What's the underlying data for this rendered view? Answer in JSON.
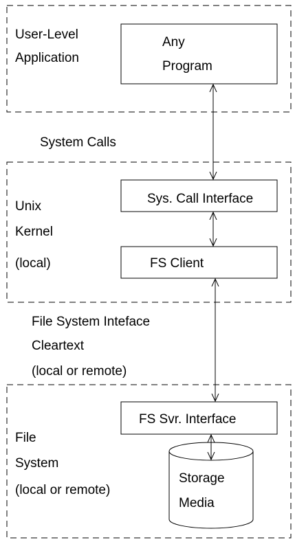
{
  "layers": {
    "user_level": {
      "title_line1": "User-Level",
      "title_line2": "Application"
    },
    "kernel": {
      "title_line1": "Unix",
      "title_line2": "Kernel",
      "title_line3": "(local)"
    },
    "file_system": {
      "title_line1": "File",
      "title_line2": "System",
      "title_line3": "(local or remote)"
    }
  },
  "boxes": {
    "any_program": {
      "line1": "Any",
      "line2": "Program"
    },
    "sys_call_interface": "Sys. Call Interface",
    "fs_client": "FS Client",
    "fs_svr_interface": "FS Svr. Interface",
    "storage_media": {
      "line1": "Storage",
      "line2": "Media"
    }
  },
  "connections": {
    "system_calls": "System Calls",
    "fs_interface_line1": "File System Inteface",
    "fs_interface_line2": "Cleartext",
    "fs_interface_line3": "(local or remote)"
  },
  "style": {
    "stroke": "#000000",
    "background": "#ffffff"
  }
}
